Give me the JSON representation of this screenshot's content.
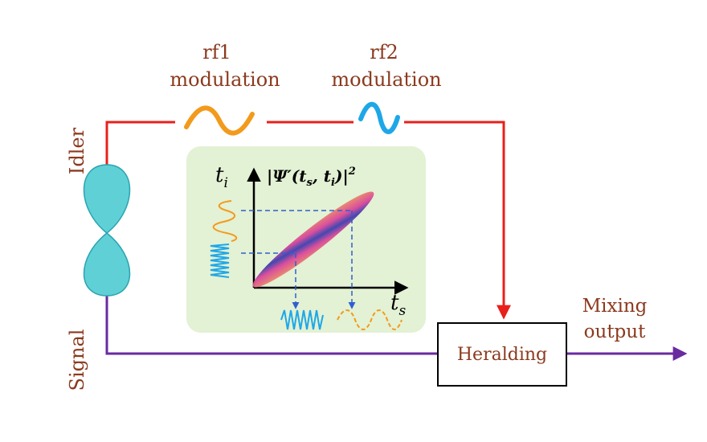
{
  "labels": {
    "rf1_line1": "rf1",
    "rf1_line2": "modulation",
    "rf2_line1": "rf2",
    "rf2_line2": "modulation",
    "idler": "Idler",
    "signal": "Signal",
    "heralding": "Heralding",
    "mixing_line1": "Mixing",
    "mixing_line2": "output"
  },
  "inset": {
    "y_axis": "t",
    "y_sub": "i",
    "x_axis": "t",
    "x_sub": "s",
    "title_pre": "|Ψ′(",
    "title_t1": "t",
    "title_s": "s",
    "title_mid": ", ",
    "title_t2": "t",
    "title_i": "i",
    "title_post": ")|",
    "title_sup": "2"
  },
  "colors": {
    "idler_line": "#e8201c",
    "signal_line": "#6a2aa0",
    "rf1_wave": "#f39a1c",
    "rf2_wave": "#1ea7e8",
    "crystal": "#5fd0d6",
    "inset_bg": "#e3f1d4",
    "label_text": "#8b3a1e",
    "dashed": "#2f5fd0"
  }
}
